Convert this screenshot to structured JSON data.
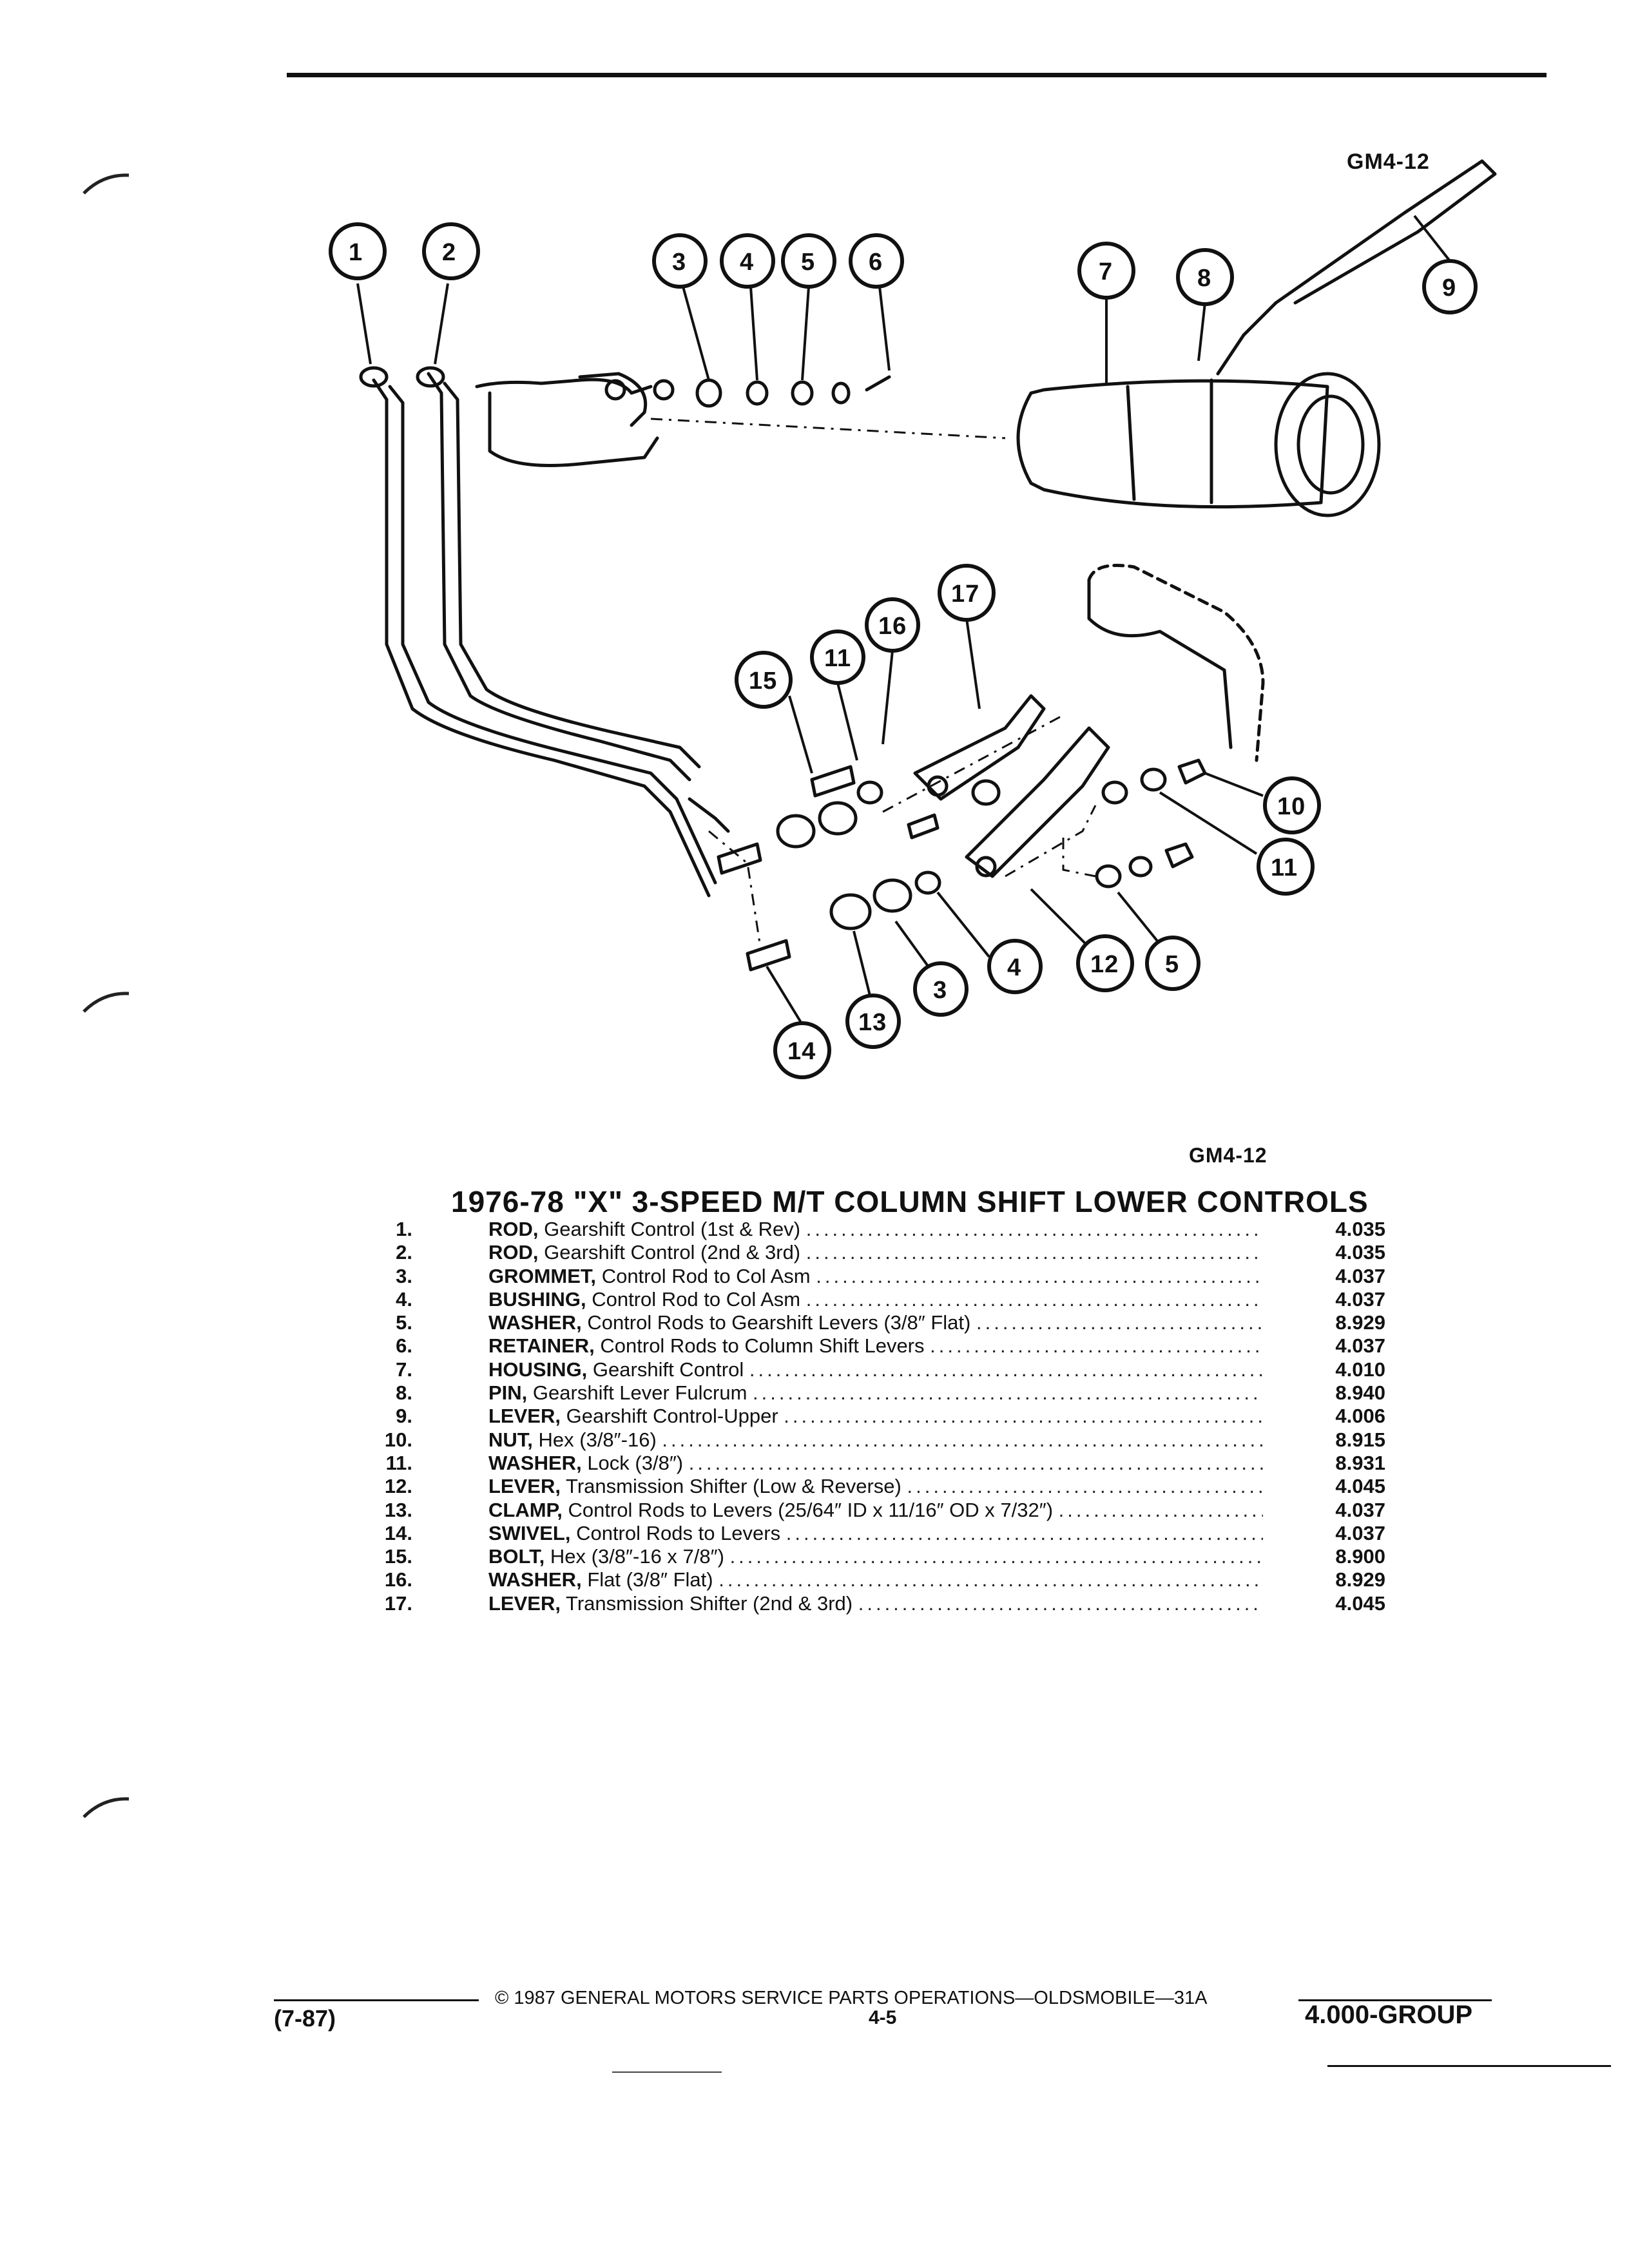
{
  "figure_code_top": "GM4-12",
  "figure_code_bottom": "GM4-12",
  "title": "1976-78 \"X\" 3-SPEED M/T COLUMN SHIFT LOWER CONTROLS",
  "callouts": [
    "1",
    "2",
    "3",
    "4",
    "5",
    "6",
    "7",
    "8",
    "9",
    "10",
    "11",
    "12",
    "13",
    "14",
    "15",
    "16",
    "17",
    "11",
    "3",
    "4",
    "5"
  ],
  "parts": [
    {
      "num": "1.",
      "name": "ROD,",
      "desc": "Gearshift Control (1st & Rev)",
      "group": "4.035"
    },
    {
      "num": "2.",
      "name": "ROD,",
      "desc": "Gearshift Control (2nd & 3rd)",
      "group": "4.035"
    },
    {
      "num": "3.",
      "name": "GROMMET,",
      "desc": "Control Rod to Col Asm",
      "group": "4.037"
    },
    {
      "num": "4.",
      "name": "BUSHING,",
      "desc": "Control Rod to Col Asm",
      "group": "4.037"
    },
    {
      "num": "5.",
      "name": "WASHER,",
      "desc": "Control Rods to Gearshift Levers (3/8″ Flat)",
      "group": "8.929"
    },
    {
      "num": "6.",
      "name": "RETAINER,",
      "desc": "Control Rods to Column Shift Levers",
      "group": "4.037"
    },
    {
      "num": "7.",
      "name": "HOUSING,",
      "desc": "Gearshift Control",
      "group": "4.010"
    },
    {
      "num": "8.",
      "name": "PIN,",
      "desc": "Gearshift Lever Fulcrum",
      "group": "8.940"
    },
    {
      "num": "9.",
      "name": "LEVER,",
      "desc": "Gearshift Control-Upper",
      "group": "4.006"
    },
    {
      "num": "10.",
      "name": "NUT,",
      "desc": "Hex (3/8″-16)",
      "group": "8.915"
    },
    {
      "num": "11.",
      "name": "WASHER,",
      "desc": "Lock (3/8″)",
      "group": "8.931"
    },
    {
      "num": "12.",
      "name": "LEVER,",
      "desc": "Transmission Shifter (Low & Reverse)",
      "group": "4.045"
    },
    {
      "num": "13.",
      "name": "CLAMP,",
      "desc": "Control Rods to Levers (25/64″ ID x 11/16″ OD x 7/32″)",
      "group": "4.037"
    },
    {
      "num": "14.",
      "name": "SWIVEL,",
      "desc": "Control Rods to Levers",
      "group": "4.037"
    },
    {
      "num": "15.",
      "name": "BOLT,",
      "desc": "Hex (3/8″-16 x 7/8″)",
      "group": "8.900"
    },
    {
      "num": "16.",
      "name": "WASHER,",
      "desc": "Flat (3/8″ Flat)",
      "group": "8.929"
    },
    {
      "num": "17.",
      "name": "LEVER,",
      "desc": "Transmission Shifter (2nd & 3rd)",
      "group": "4.045"
    }
  ],
  "footer": {
    "date": "(7-87)",
    "copyright": "© 1987 GENERAL MOTORS SERVICE PARTS OPERATIONS—OLDSMOBILE—31A",
    "page": "4-5",
    "group": "4.000-GROUP"
  }
}
